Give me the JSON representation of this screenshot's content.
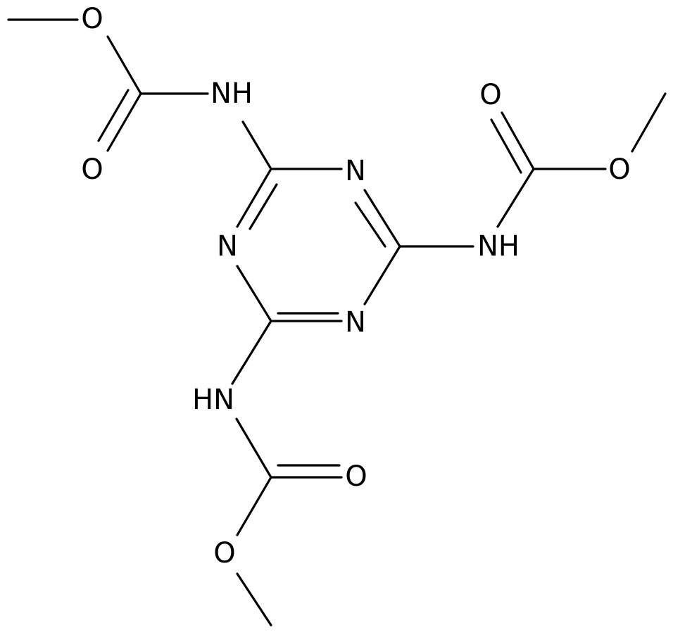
{
  "diagram": {
    "atoms": [
      {
        "id": "n_ring_top",
        "label": "N",
        "element": "N"
      },
      {
        "id": "n_ring_left",
        "label": "N",
        "element": "N"
      },
      {
        "id": "n_ring_bottom",
        "label": "N",
        "element": "N"
      },
      {
        "id": "nh_top",
        "label": "NH",
        "element": "N"
      },
      {
        "id": "nh_right",
        "label": "NH",
        "element": "N"
      },
      {
        "id": "nh_bottom",
        "label": "HN",
        "element": "N"
      },
      {
        "id": "o_top_ether",
        "label": "O",
        "element": "O"
      },
      {
        "id": "o_top_carbonyl",
        "label": "O",
        "element": "O"
      },
      {
        "id": "o_right_carbonyl",
        "label": "O",
        "element": "O"
      },
      {
        "id": "o_right_ether",
        "label": "O",
        "element": "O"
      },
      {
        "id": "o_bottom_carbonyl",
        "label": "O",
        "element": "O"
      },
      {
        "id": "o_bottom_ether",
        "label": "O",
        "element": "O"
      }
    ],
    "bonds": [
      {
        "id": "ring-c1-n1",
        "order": 1
      },
      {
        "id": "ring-n1-c2",
        "order": 2
      },
      {
        "id": "ring-c2-n2",
        "order": 1
      },
      {
        "id": "ring-n2-c3",
        "order": 2
      },
      {
        "id": "ring-c3-n3",
        "order": 1
      },
      {
        "id": "ring-n3-c1",
        "order": 2
      },
      {
        "id": "c1-nh-top",
        "order": 1
      },
      {
        "id": "nh-top-carbonyl-c",
        "order": 1
      },
      {
        "id": "top-carbonyl-c-o-double",
        "order": 2
      },
      {
        "id": "top-carbonyl-c-o-ether",
        "order": 1
      },
      {
        "id": "top-o-methyl",
        "order": 1
      },
      {
        "id": "c2-nh-right",
        "order": 1
      },
      {
        "id": "nh-right-carbonyl-c",
        "order": 1
      },
      {
        "id": "right-carbonyl-c-o-double",
        "order": 2
      },
      {
        "id": "right-carbonyl-c-o-ether",
        "order": 1
      },
      {
        "id": "right-o-methyl",
        "order": 1
      },
      {
        "id": "c3-nh-bottom",
        "order": 1
      },
      {
        "id": "nh-bottom-carbonyl-c",
        "order": 1
      },
      {
        "id": "bottom-carbonyl-c-o-double",
        "order": 2
      },
      {
        "id": "bottom-carbonyl-c-o-ether",
        "order": 1
      },
      {
        "id": "bottom-o-methyl",
        "order": 1
      }
    ]
  }
}
